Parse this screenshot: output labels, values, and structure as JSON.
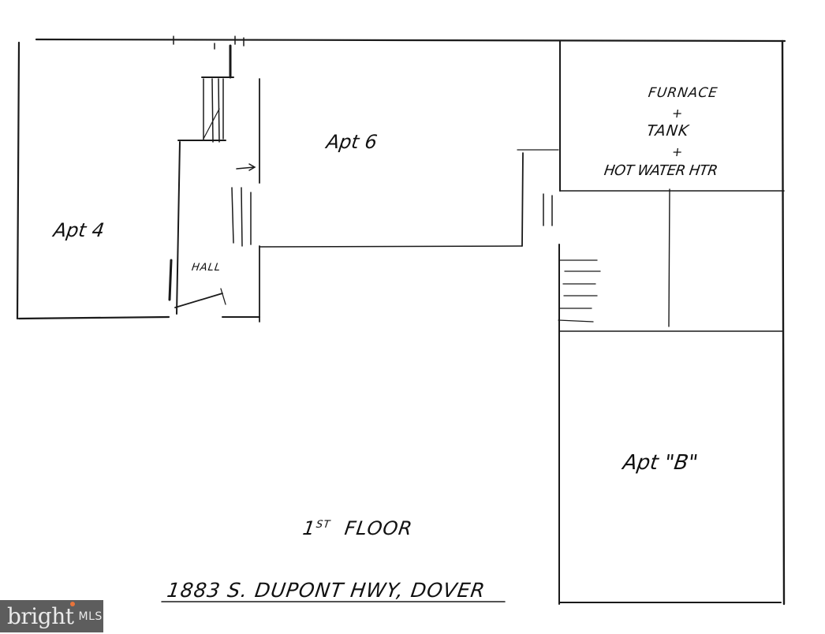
{
  "floor_plan": {
    "title": "1st Floor",
    "title_number": "1",
    "title_sup": "ST",
    "title_word": "FLOOR",
    "address": "1883 S. DuPont Hwy, Dover",
    "rooms": [
      {
        "id": "apt-4",
        "label": "Apt 4"
      },
      {
        "id": "apt-6",
        "label": "Apt 6"
      },
      {
        "id": "hall",
        "label": "HALL"
      },
      {
        "id": "utility",
        "label_lines": [
          "FURNACE",
          "+",
          "TANK",
          "+",
          "HOT WATER HTR"
        ]
      },
      {
        "id": "apt-b",
        "label": "Apt \"B\""
      }
    ],
    "line_color": "#1a1a1a"
  },
  "watermark": {
    "brand": "bright",
    "suffix": "MLS",
    "background": "#5d5d5d",
    "accent": "#e8743b"
  }
}
